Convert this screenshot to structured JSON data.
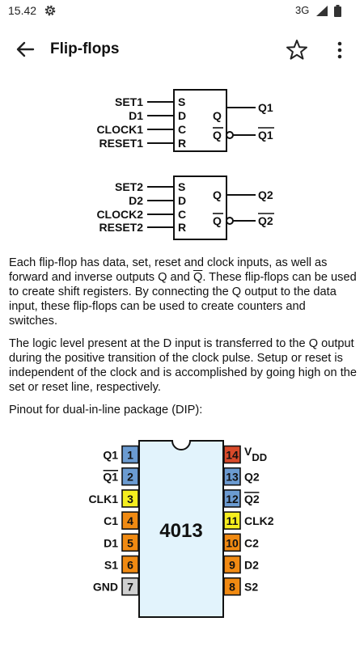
{
  "status": {
    "time": "15.42",
    "network": "3G",
    "icons": [
      "gear-icon",
      "signal-icon",
      "battery-icon"
    ]
  },
  "app_bar": {
    "title": "Flip-flops",
    "icons": [
      "back-arrow-icon",
      "star-icon",
      "more-vert-icon"
    ]
  },
  "flipflops": [
    {
      "inputs": [
        "SET1",
        "D1",
        "CLOCK1",
        "RESET1"
      ],
      "pins": [
        "S",
        "D",
        "C",
        "R"
      ],
      "out_pins": [
        "Q",
        "Q"
      ],
      "outputs": [
        "Q1",
        "Q1"
      ]
    },
    {
      "inputs": [
        "SET2",
        "D2",
        "CLOCK2",
        "RESET2"
      ],
      "pins": [
        "S",
        "D",
        "C",
        "R"
      ],
      "out_pins": [
        "Q",
        "Q"
      ],
      "outputs": [
        "Q2",
        "Q2"
      ]
    }
  ],
  "content": {
    "p1": {
      "before": "Each flip-flop has data, set, reset and clock inputs, as well as forward and inverse outputs Q and ",
      "qbar": "Q",
      "after": ". These flip-flops can be used to create shift registers. By connecting the Q output to the data input, these flip-flops can be used to create counters and switches."
    },
    "p2": "The logic level present at the D input is transferred to the Q output during the positive transition of the clock pulse. Setup or reset is independent of the clock and is accomplished by going high on the set or reset line, respectively.",
    "p3": "Pinout for dual-in-line package (DIP):"
  },
  "dip": {
    "chip_label": "4013",
    "colors": {
      "blue": "#6b9bd1",
      "yellow": "#f5ee1e",
      "orange": "#f08a12",
      "gray": "#d0d0d0",
      "red": "#d84a2a",
      "chip_fill": "#e2f3fc"
    },
    "left_pins": [
      {
        "num": "1",
        "label": "Q1",
        "overline": false,
        "color": "blue"
      },
      {
        "num": "2",
        "label": "Q1",
        "overline": true,
        "color": "blue"
      },
      {
        "num": "3",
        "label": "CLK1",
        "overline": false,
        "color": "yellow"
      },
      {
        "num": "4",
        "label": "C1",
        "overline": false,
        "color": "orange"
      },
      {
        "num": "5",
        "label": "D1",
        "overline": false,
        "color": "orange"
      },
      {
        "num": "6",
        "label": "S1",
        "overline": false,
        "color": "orange"
      },
      {
        "num": "7",
        "label": "GND",
        "overline": false,
        "color": "gray"
      }
    ],
    "right_pins": [
      {
        "num": "14",
        "label": "V",
        "sub": "DD",
        "overline": false,
        "color": "red"
      },
      {
        "num": "13",
        "label": "Q2",
        "overline": false,
        "color": "blue"
      },
      {
        "num": "12",
        "label": "Q2",
        "overline": true,
        "color": "blue"
      },
      {
        "num": "11",
        "label": "CLK2",
        "overline": false,
        "color": "yellow"
      },
      {
        "num": "10",
        "label": "C2",
        "overline": false,
        "color": "orange"
      },
      {
        "num": "9",
        "label": "D2",
        "overline": false,
        "color": "orange"
      },
      {
        "num": "8",
        "label": "S2",
        "overline": false,
        "color": "orange"
      }
    ]
  }
}
